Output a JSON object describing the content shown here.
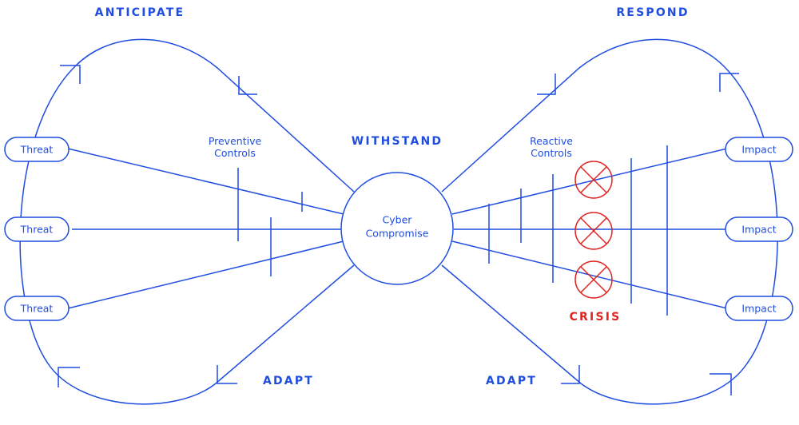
{
  "phases": {
    "anticipate": "ANTICIPATE",
    "respond": "RESPOND",
    "withstand": "WITHSTAND",
    "adapt_left": "ADAPT",
    "adapt_right": "ADAPT",
    "crisis": "CRISIS"
  },
  "center": {
    "line1": "Cyber",
    "line2": "Compromise"
  },
  "preventive": {
    "line1": "Preventive",
    "line2": "Controls"
  },
  "reactive": {
    "line1": "Reactive",
    "line2": "Controls"
  },
  "threats": [
    "Threat",
    "Threat",
    "Threat"
  ],
  "impacts": [
    "Impact",
    "Impact",
    "Impact"
  ],
  "colors": {
    "primary": "#1f4de0",
    "crisis": "#e0231f",
    "background": "#ffffff"
  }
}
